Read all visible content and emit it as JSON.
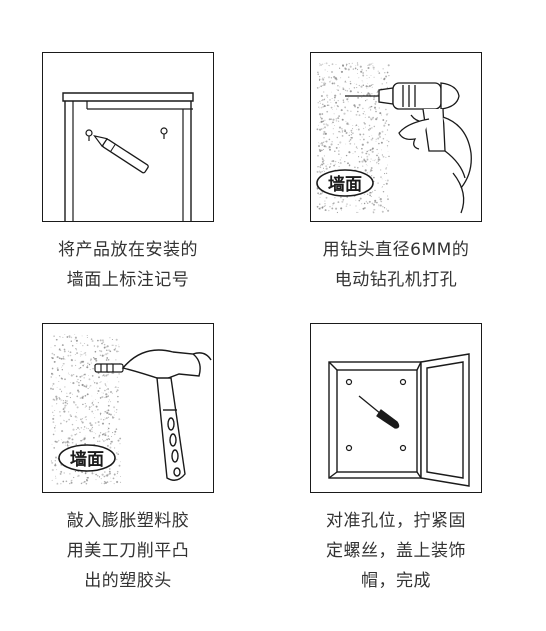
{
  "steps": [
    {
      "caption_lines": [
        "将产品放在安装的",
        "墙面上标注记号"
      ]
    },
    {
      "caption_lines": [
        "用钻头直径6MM的",
        "电动钻孔机打孔"
      ],
      "wall_label": "墙面"
    },
    {
      "caption_lines": [
        "敲入膨胀塑料胶",
        "用美工刀削平凸",
        "出的塑胶头"
      ],
      "wall_label": "墙面"
    },
    {
      "caption_lines": [
        "对准孔位，拧紧固",
        "定螺丝，盖上装饰",
        "帽，完成"
      ]
    }
  ],
  "colors": {
    "line": "#1a1a1a",
    "text": "#333333",
    "speckle": "#8a8a8a"
  }
}
